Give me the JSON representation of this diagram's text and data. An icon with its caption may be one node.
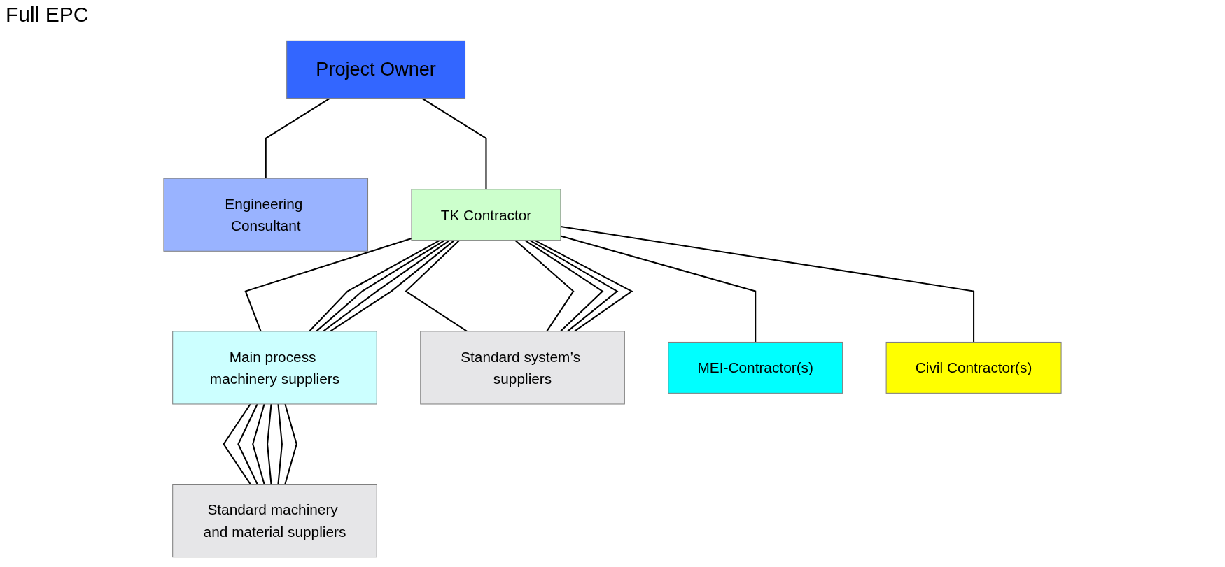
{
  "diagram": {
    "title": "Full EPC",
    "nodes": [
      {
        "text": [
          "Project Owner"
        ]
      },
      {
        "text": [
          "Engineering Consultant"
        ]
      },
      {
        "text": [
          "TK Contractor"
        ]
      },
      {
        "text": [
          "Main process machinery suppliers"
        ]
      },
      {
        "text": [
          "Standard system’s suppliers"
        ]
      },
      {
        "text": [
          "MEI-Contractor(s)"
        ]
      },
      {
        "text": [
          "Civil Contractor(s)"
        ]
      },
      {
        "text": [
          "Standard machinery and material suppliers"
        ]
      }
    ],
    "edges": [
      {
        "from": 0,
        "to": 1,
        "arrow": "none"
      },
      {
        "from": 0,
        "to": 2,
        "arrow": "none"
      },
      {
        "from": 2,
        "to": 3,
        "arrow": "none"
      },
      {
        "from": 2,
        "to": 3,
        "arrow": "none"
      },
      {
        "from": 2,
        "to": 3,
        "arrow": "none"
      },
      {
        "from": 2,
        "to": 3,
        "arrow": "none"
      },
      {
        "from": 2,
        "to": 3,
        "arrow": "none"
      },
      {
        "from": 2,
        "to": 4,
        "arrow": "none"
      },
      {
        "from": 2,
        "to": 4,
        "arrow": "none"
      },
      {
        "from": 2,
        "to": 4,
        "arrow": "none"
      },
      {
        "from": 2,
        "to": 4,
        "arrow": "none"
      },
      {
        "from": 2,
        "to": 4,
        "arrow": "none"
      },
      {
        "from": 2,
        "to": 5,
        "arrow": "none"
      },
      {
        "from": 2,
        "to": 6,
        "arrow": "none"
      },
      {
        "from": 3,
        "to": 7,
        "arrow": "none"
      },
      {
        "from": 3,
        "to": 7,
        "arrow": "none"
      },
      {
        "from": 3,
        "to": 7,
        "arrow": "none"
      },
      {
        "from": 3,
        "to": 7,
        "arrow": "none"
      },
      {
        "from": 3,
        "to": 7,
        "arrow": "none"
      },
      {
        "from": 3,
        "to": 7,
        "arrow": "none"
      }
    ]
  }
}
